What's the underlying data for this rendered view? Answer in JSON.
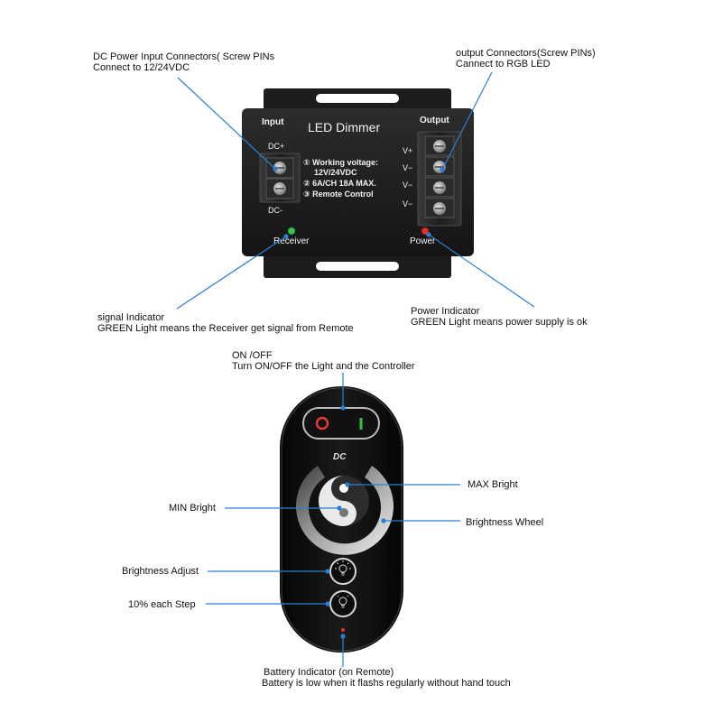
{
  "dimmer": {
    "title": "LED Dimmer",
    "input_label": "Input",
    "output_label": "Output",
    "dc_plus": "DC+",
    "dc_minus": "DC-",
    "spec_1": "① Working voltage:",
    "spec_1b": "12V/24VDC",
    "spec_2": "② 6A/CH   18A MAX.",
    "spec_3": "③ Remote Control",
    "v_plus": "V+",
    "v_minus_1": "V−",
    "v_minus_2": "V−",
    "v_minus_3": "V−",
    "receiver_label": "Receiver",
    "power_label": "Power"
  },
  "callouts": {
    "dc_input_1": "DC Power Input Connectors( Screw PINs",
    "dc_input_2": "Connect to 12/24VDC",
    "output_1": "output Connectors(Screw PINs)",
    "output_2": "Cannect to RGB LED",
    "signal_1": "signal Indicator",
    "signal_2": "GREEN Light means the Receiver get signal from Remote",
    "power_1": "Power Indicator",
    "power_2": "GREEN Light means power supply is ok",
    "onoff_1": "ON /OFF",
    "onoff_2": "Turn ON/OFF the Light and the Controller",
    "max_bright": "MAX Bright",
    "min_bright": "MIN Bright",
    "brightness_wheel": "Brightness Wheel",
    "brightness_adjust": "Brightness Adjust",
    "step": "10% each Step",
    "battery_1": "Battery Indicator (on Remote)",
    "battery_2": "Battery is low when it flashs regularly without hand touch"
  },
  "remote": {
    "logo": "DC"
  },
  "colors": {
    "line": "#2a7fd4",
    "body": "#1e1e1e",
    "remote_body": "#0d0d0d",
    "green_led": "#3cc24a",
    "red_led": "#e23030",
    "off_red": "#e33a3a",
    "on_green": "#2fbf4f"
  }
}
